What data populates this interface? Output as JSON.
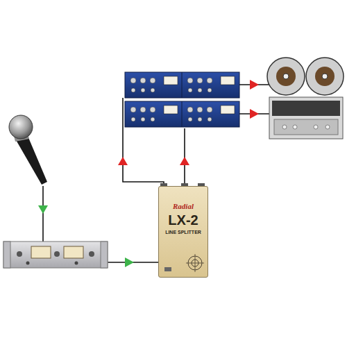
{
  "diagram": {
    "nodes": [
      {
        "text": [
          "Radial",
          "LX-2",
          "LINE SPLITTER"
        ]
      }
    ]
  }
}
